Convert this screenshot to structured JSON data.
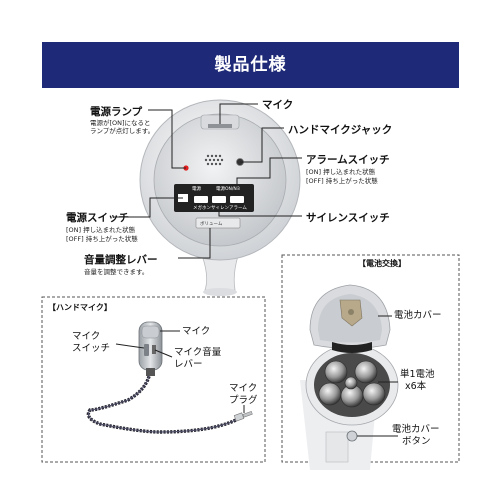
{
  "header": {
    "title": "製品仕様"
  },
  "callouts": {
    "power_lamp": {
      "label": "電源ランプ",
      "note": [
        "電源が[ON]になると",
        "ランプが点灯します。"
      ]
    },
    "mic": {
      "label": "マイク"
    },
    "hand_mic_jack": {
      "label": "ハンドマイクジャック"
    },
    "alarm_switch": {
      "label": "アラームスイッチ",
      "note": [
        "[ON] 押し込まれた状態",
        "[OFF] 持ち上がった状態"
      ]
    },
    "power_switch": {
      "label": "電源スイッチ",
      "note": [
        "[ON] 押し込まれた状態",
        "[OFF] 持ち上がった状態"
      ]
    },
    "siren_switch": {
      "label": "サイレンスイッチ"
    },
    "volume_lever": {
      "label": "音量調整レバー",
      "note": [
        "音量を調整できます。"
      ]
    }
  },
  "device_panel": {
    "power_label": "電源",
    "mode_label": "電源ON/NB",
    "button_labels": [
      "メガホン",
      "サイレン",
      "アラーム"
    ],
    "volume_label": "ボリューム"
  },
  "hand_mic_box": {
    "title": "【ハンドマイク】",
    "labels": {
      "mic": "マイク",
      "mic_switch": [
        "マイク",
        "スイッチ"
      ],
      "mic_volume": [
        "マイク音量",
        "レバー"
      ],
      "mic_plug": [
        "マイク",
        "プラグ"
      ]
    }
  },
  "battery_box": {
    "title": "【電池交換】",
    "labels": {
      "battery_cover": "電池カバー",
      "battery_count": [
        "単1電池",
        "x6本"
      ],
      "cover_button": [
        "電池カバー",
        "ボタン"
      ]
    }
  },
  "colors": {
    "header_bg": "#1e2a78",
    "lamp": "#e02020",
    "panel": "#222222"
  }
}
